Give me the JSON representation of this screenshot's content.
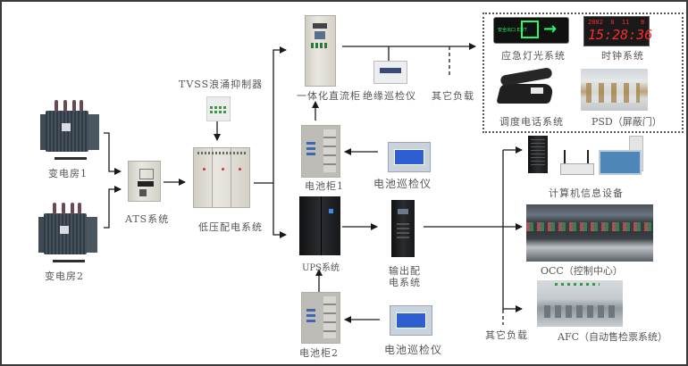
{
  "diagram": {
    "labels": {
      "substation_1": "变电房1",
      "substation_2": "变电房2",
      "ats": "ATS系统",
      "tvss": "TVSS浪涌抑制器",
      "low_voltage": "低压配电系统",
      "dc_cabinet": "一体化直流柜",
      "insulation_monitor": "绝缘巡检仪",
      "other_load_top": "其它负载",
      "battery_cabinet_1": "电池柜1",
      "battery_monitor_1": "电池巡检仪",
      "ups": "UPS系统",
      "output_distribution": "输出配\n电系统",
      "output_distribution_line1": "输出配",
      "output_distribution_line2": "电系统",
      "battery_cabinet_2": "电池柜2",
      "battery_monitor_2": "电池巡检仪",
      "emergency_light": "应急灯光系统",
      "clock_system": "时钟系统",
      "dispatch_phone": "调度电话系统",
      "psd": "PSD（屏蔽门）",
      "computer_equipment": "计算机信息设备",
      "occ": "OCC（控制中心）",
      "afc": "AFC（自动售检票系统）",
      "other_load_bottom": "其它负载"
    },
    "clock_display": {
      "date": "2002  8  11   8",
      "time": "15:28:36"
    },
    "exit_sign": {
      "small_text": "安全出口 EXIT"
    },
    "colors": {
      "line": "#1a1a1a",
      "label": "#555555",
      "clock_digits": "#ff2a2a",
      "exit_green": "#22ff66",
      "frame": "#3a3a3a"
    },
    "icons": [
      "transformer-icon",
      "ats-cabinet-icon",
      "surge-protector-icon",
      "distribution-cabinet-icon",
      "dc-cabinet-icon",
      "insulation-monitor-icon",
      "battery-cabinet-icon",
      "battery-monitor-icon",
      "ups-icon",
      "output-cabinet-icon",
      "exit-sign-icon",
      "digital-clock-icon",
      "telephone-icon",
      "platform-door-photo",
      "server-rack-icon",
      "router-icon",
      "desktop-computer-icon",
      "control-center-photo",
      "fare-gate-photo"
    ]
  }
}
